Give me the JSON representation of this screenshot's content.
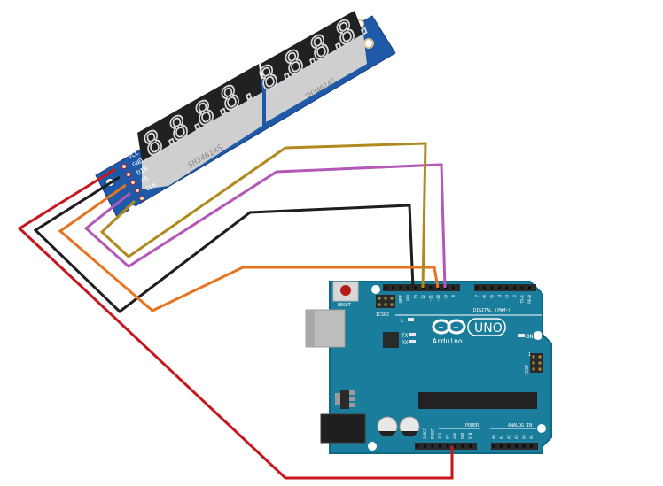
{
  "diagram": {
    "title": "MAX7219 8-digit 7-segment display wired to Arduino UNO",
    "display_module": {
      "chip_label": "SH3461AS",
      "digits_text": "8.8.8.8.8.8.8.8.",
      "pins": [
        "VCC",
        "GND",
        "DIN",
        "CS",
        "CLK"
      ]
    },
    "arduino": {
      "brand": "Arduino",
      "model": "UNO",
      "reset_label": "RESET",
      "icsp2_label": "ICSP2",
      "icsp_label": "ICSP",
      "icsp_pin1": "1",
      "led_l": "L",
      "led_tx": "TX",
      "led_rx": "RX",
      "led_on": "ON",
      "digital_label": "DIGITAL (PWM~)",
      "power_label": "POWER",
      "analog_label": "ANALOG IN",
      "digital_pins": [
        "AREF",
        "GND",
        "13",
        "12",
        "~11",
        "~10",
        "~9",
        "8",
        "7",
        "~6",
        "~5",
        "4",
        "~3",
        "2",
        "TX▸1",
        "RX◂0"
      ],
      "power_pins": [
        "IOREF",
        "RESET",
        "3V3",
        "5V",
        "GND",
        "GND",
        "VIN"
      ],
      "analog_pins": [
        "A0",
        "A1",
        "A2",
        "A3",
        "A4",
        "A5"
      ]
    },
    "connections": [
      {
        "from": "VCC",
        "to": "5V",
        "color": "#c8161d"
      },
      {
        "from": "GND",
        "to": "GND",
        "color": "#1e1e1e"
      },
      {
        "from": "DIN",
        "to": "11",
        "color": "#e8731e"
      },
      {
        "from": "CS",
        "to": "10",
        "color": "#b557b8"
      },
      {
        "from": "CLK",
        "to": "13",
        "color": "#b08a1e"
      }
    ],
    "colors": {
      "board": "#1a7d9b",
      "board_edge": "#0f6985",
      "pcb_display": "#1e5aa8",
      "display_body": "#222426",
      "segment": "#d9d9d9"
    }
  }
}
